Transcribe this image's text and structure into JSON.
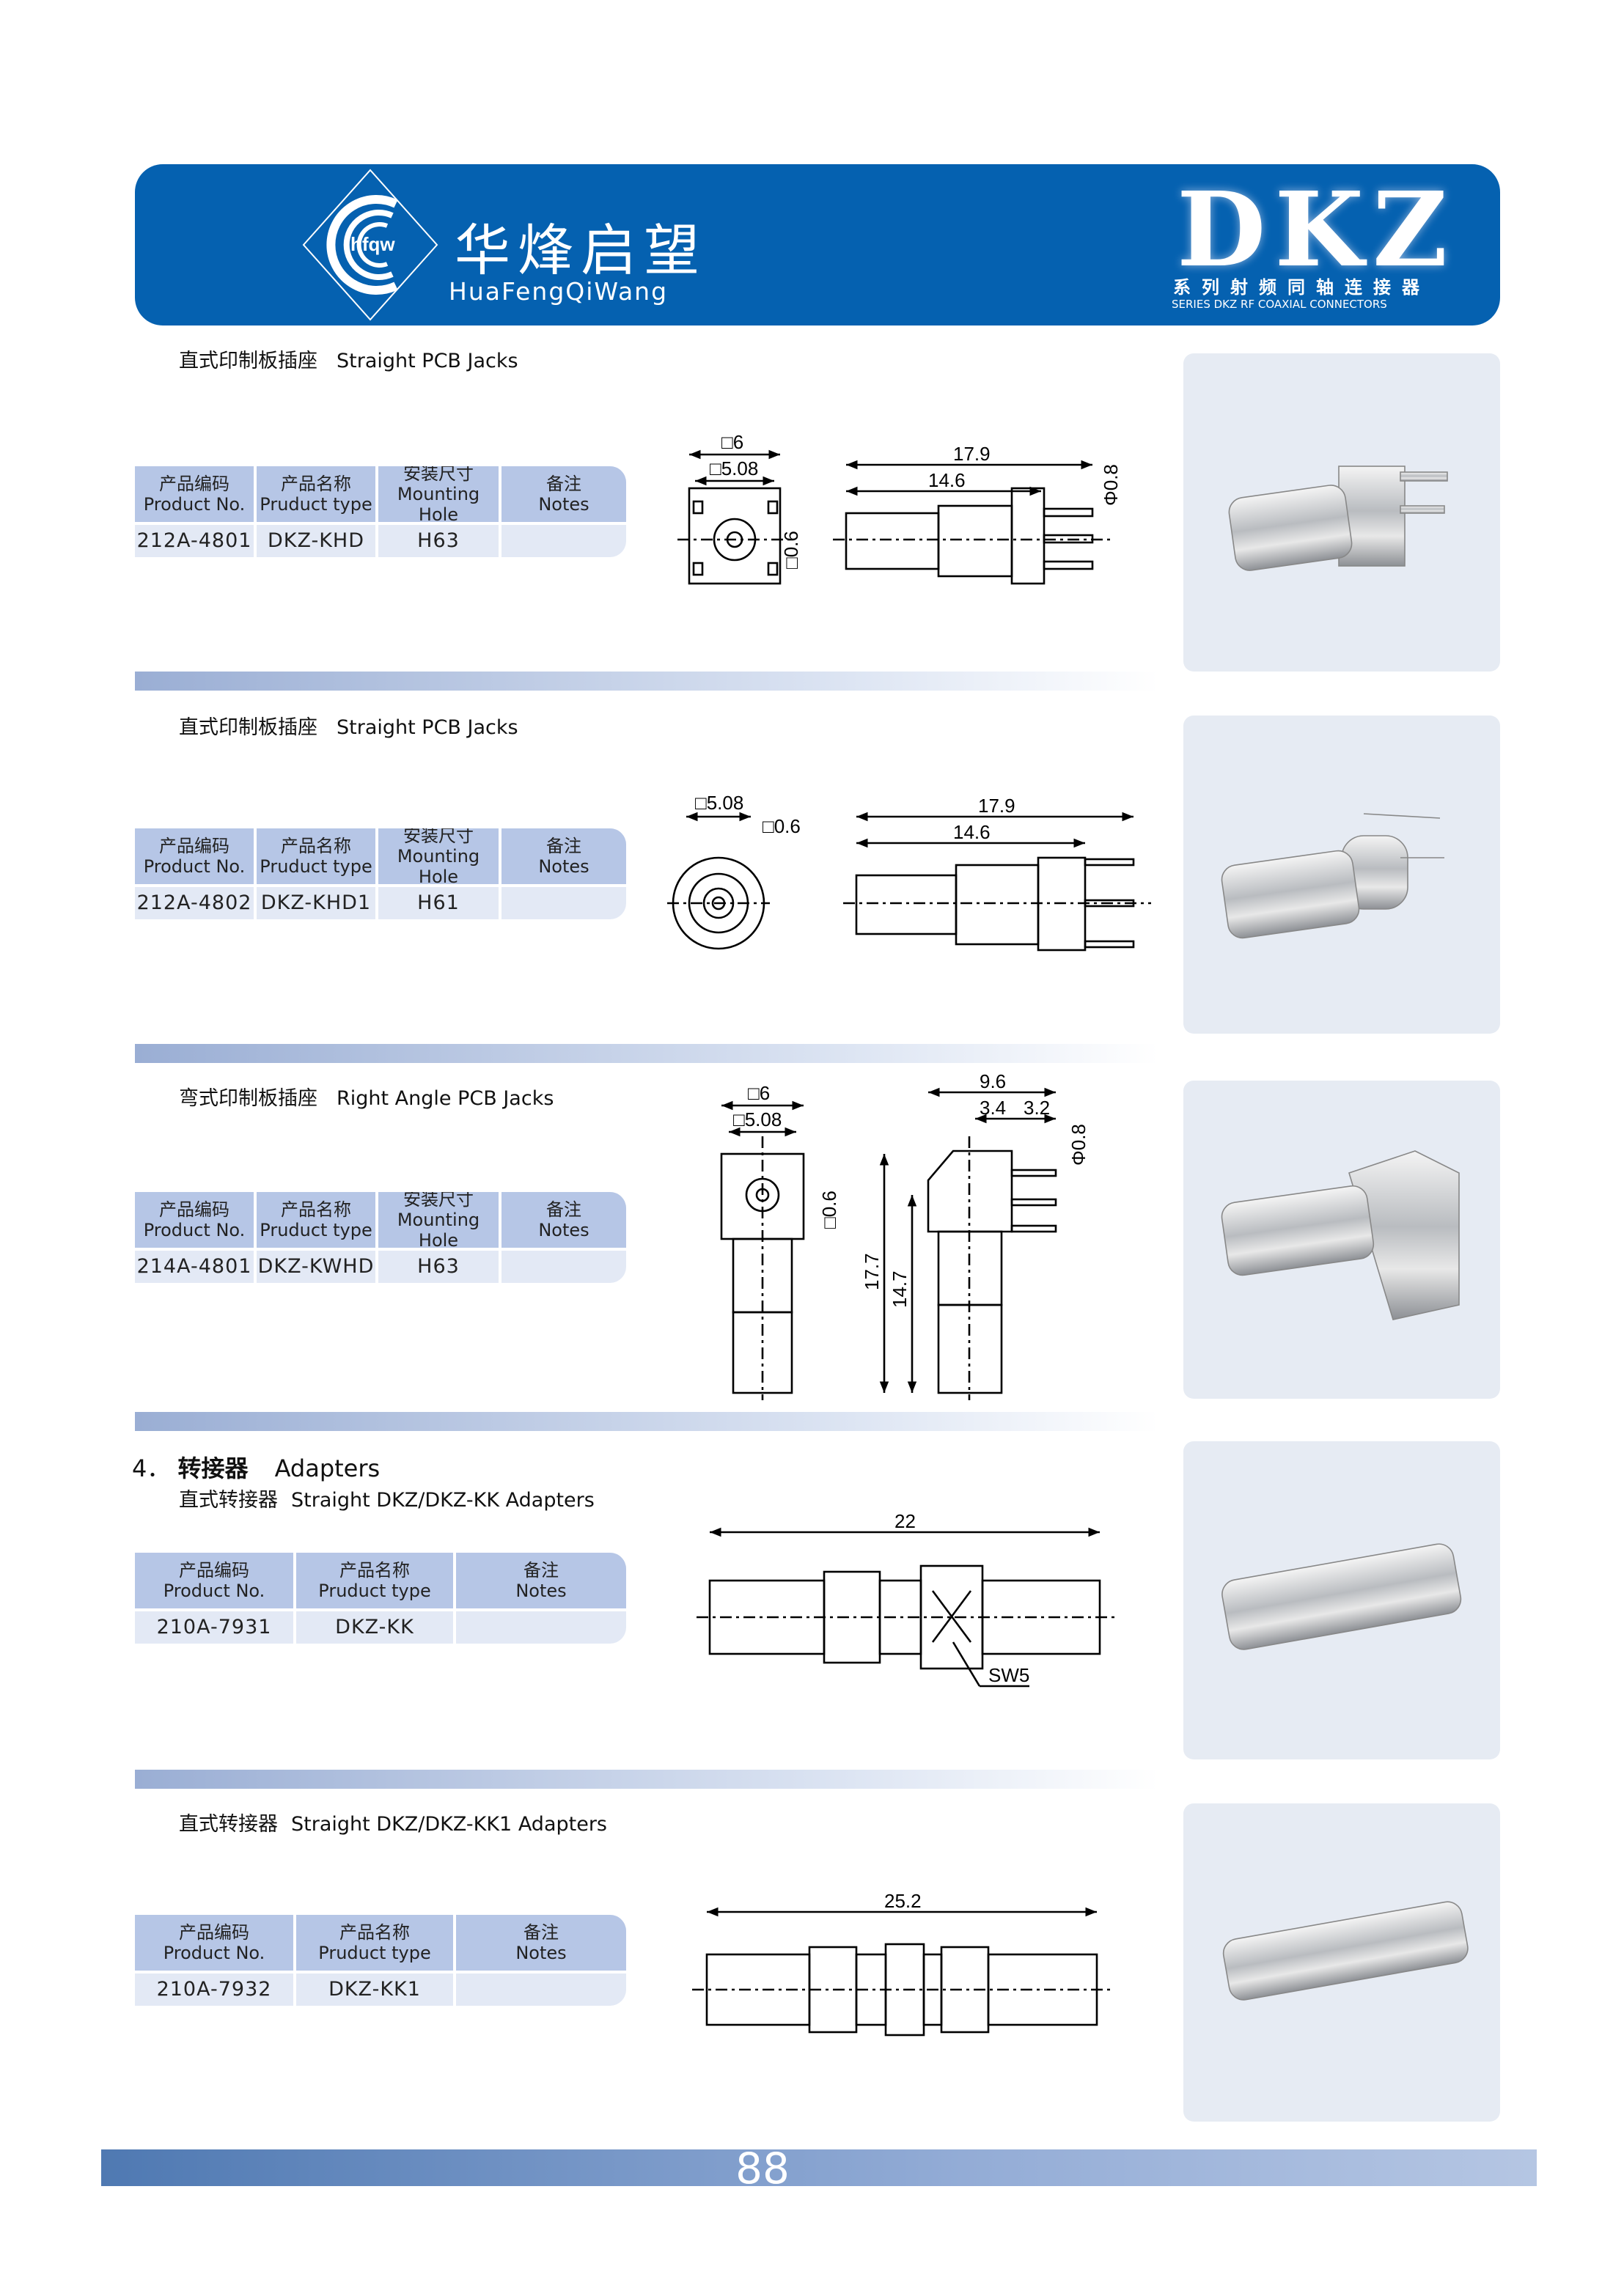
{
  "header": {
    "logo_mark": "hfqw",
    "brand_cn": "华烽启望",
    "brand_en": "HuaFengQiWang",
    "series_logo": "DKZ",
    "series_cn": "系列射频同轴连接器",
    "series_en": "SERIES DKZ RF COAXIAL CONNECTORS",
    "color": "#0561b0"
  },
  "table_headers": {
    "product_no_cn": "产品编码",
    "product_no_en": "Product No.",
    "type_cn": "产品名称",
    "type_en": "Pruduct type",
    "mount_cn": "安装尺寸",
    "mount_en": "Mounting Hole",
    "notes_cn": "备注",
    "notes_en": "Notes"
  },
  "sections": [
    {
      "title_cn": "直式印制板插座",
      "title_en": "Straight PCB Jacks",
      "product_no": "212A-4801",
      "type": "DKZ-KHD",
      "mount": "H63",
      "notes": "",
      "dims": {
        "sq6": "□6",
        "sq508": "□5.08",
        "sq06": "□0.6",
        "l179": "17.9",
        "l146": "14.6",
        "phi08": "Φ0.8"
      }
    },
    {
      "title_cn": "直式印制板插座",
      "title_en": "Straight PCB Jacks",
      "product_no": "212A-4802",
      "type": "DKZ-KHD1",
      "mount": "H61",
      "notes": "",
      "dims": {
        "sq508": "□5.08",
        "sq06": "□0.6",
        "l179": "17.9",
        "l146": "14.6"
      }
    },
    {
      "title_cn": "弯式印制板插座",
      "title_en": "Right Angle PCB Jacks",
      "product_no": "214A-4801",
      "type": "DKZ-KWHD",
      "mount": "H63",
      "notes": "",
      "dims": {
        "sq6": "□6",
        "sq508": "□5.08",
        "sq06": "□0.6",
        "l96": "9.6",
        "l34": "3.4",
        "l32": "3.2",
        "l177": "17.7",
        "l147": "14.7",
        "phi08": "Φ0.8"
      }
    },
    {
      "title_cn": "直式转接器",
      "title_en": "Straight DKZ/DKZ-KK Adapters",
      "product_no": "210A-7931",
      "type": "DKZ-KK",
      "notes": "",
      "dims": {
        "l22": "22",
        "sw": "SW5"
      }
    },
    {
      "title_cn": "直式转接器",
      "title_en": "Straight DKZ/DKZ-KK1  Adapters",
      "product_no": "210A-7932",
      "type": "DKZ-KK1",
      "notes": "",
      "dims": {
        "l252": "25.2"
      }
    }
  ],
  "chapter": {
    "number": "4．",
    "title_cn": "转接器",
    "title_en": "Adapters"
  },
  "footer": {
    "page": "88"
  }
}
